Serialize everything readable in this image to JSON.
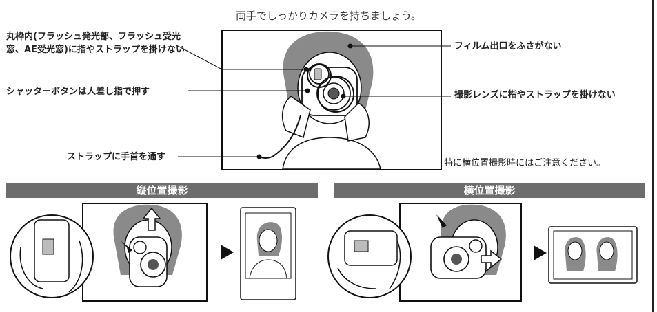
{
  "title": "両手でしっかりカメラを持ちましょう。",
  "callouts": {
    "window": "丸枠内(フラッシュ発光部、フラッシュ受光窓、AE受光窓)に指やストラップを掛けない",
    "shutter": "シャッターボタンは人差し指で押す",
    "strap": "ストラップに手首を通す",
    "film_exit": "フィルム出口をふさがない",
    "lens": "撮影レンズに指やストラップを掛けない"
  },
  "note": "＊ 特に横位置撮影時にはご注意ください。",
  "sections": {
    "vertical": "縦位置撮影",
    "horizontal": "横位置撮影"
  }
}
